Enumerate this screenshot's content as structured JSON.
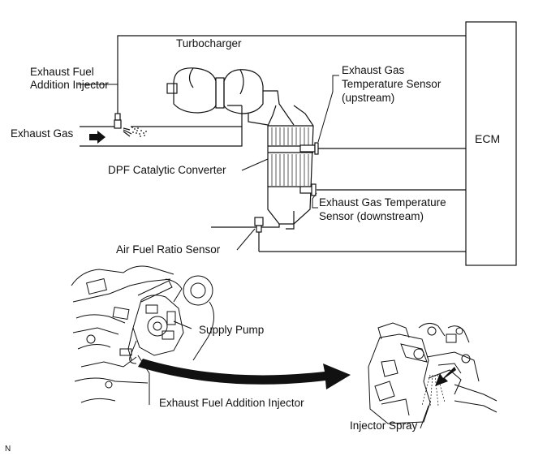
{
  "labels": {
    "turbocharger": "Turbocharger",
    "injector_top_line1": "Exhaust Fuel",
    "injector_top_line2": "Addition Injector",
    "exhaust_gas": "Exhaust Gas",
    "egt_up_line1": "Exhaust Gas",
    "egt_up_line2": "Temperature Sensor",
    "egt_up_line3": "(upstream)",
    "ecm": "ECM",
    "dpf": "DPF Catalytic Converter",
    "egt_down_line1": "Exhaust Gas Temperature",
    "egt_down_line2": "Sensor (downstream)",
    "af_sensor": "Air Fuel Ratio Sensor",
    "supply_pump": "Supply Pump",
    "injector_bottom": "Exhaust Fuel Addition Injector",
    "injector_spray": "Injector Spray",
    "figure_code": "N"
  },
  "colors": {
    "line": "#111111",
    "background": "#ffffff"
  },
  "icons": [
    "turbocharger-icon",
    "injector-icon",
    "dpf-converter-icon",
    "temperature-sensor-icon",
    "af-sensor-icon",
    "flow-arrow-icon",
    "engine-drawing",
    "supply-pump-drawing",
    "injector-closeup-drawing"
  ]
}
